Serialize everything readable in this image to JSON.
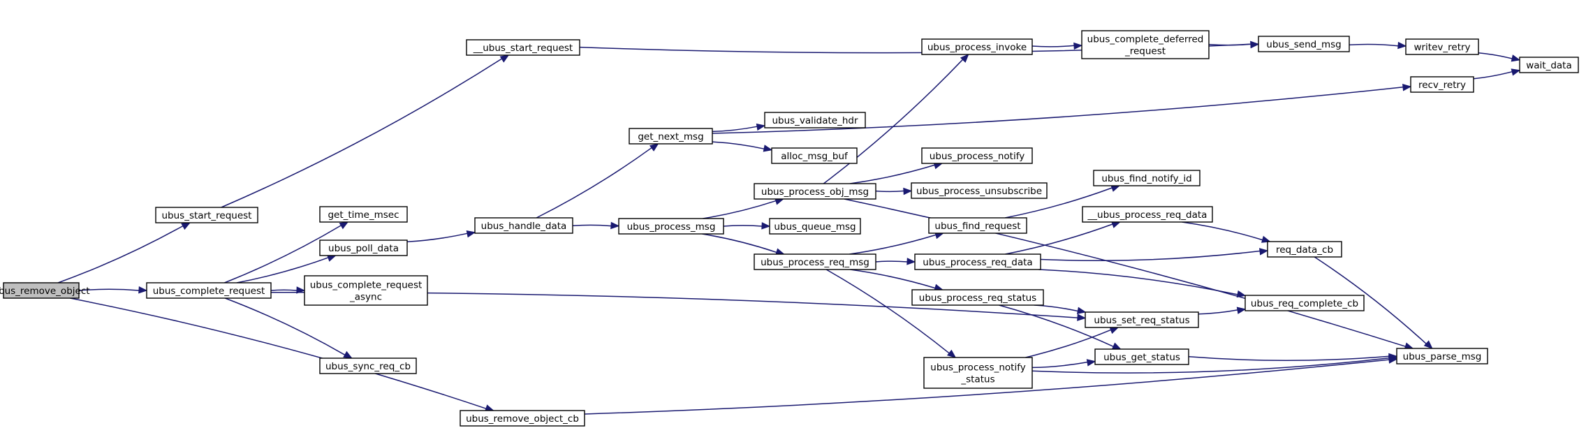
{
  "diagram": {
    "type": "call-graph",
    "root": "ubus_remove_object",
    "colors": {
      "edge": "#191970",
      "node_border": "#000000",
      "root_fill": "#bfbfbf",
      "node_fill": "#ffffff"
    },
    "nodes": [
      {
        "id": "ubus_remove_object",
        "lines": [
          "ubus_remove_object"
        ]
      },
      {
        "id": "ubus_start_request",
        "lines": [
          "ubus_start_request"
        ]
      },
      {
        "id": "__ubus_start_request",
        "lines": [
          "__ubus_start_request"
        ]
      },
      {
        "id": "ubus_complete_request",
        "lines": [
          "ubus_complete_request"
        ]
      },
      {
        "id": "get_time_msec",
        "lines": [
          "get_time_msec"
        ]
      },
      {
        "id": "ubus_poll_data",
        "lines": [
          "ubus_poll_data"
        ]
      },
      {
        "id": "ubus_complete_request_async",
        "lines": [
          "ubus_complete_request",
          "_async"
        ]
      },
      {
        "id": "ubus_sync_req_cb",
        "lines": [
          "ubus_sync_req_cb"
        ]
      },
      {
        "id": "ubus_remove_object_cb",
        "lines": [
          "ubus_remove_object_cb"
        ]
      },
      {
        "id": "ubus_handle_data",
        "lines": [
          "ubus_handle_data"
        ]
      },
      {
        "id": "get_next_msg",
        "lines": [
          "get_next_msg"
        ]
      },
      {
        "id": "ubus_process_msg",
        "lines": [
          "ubus_process_msg"
        ]
      },
      {
        "id": "ubus_validate_hdr",
        "lines": [
          "ubus_validate_hdr"
        ]
      },
      {
        "id": "alloc_msg_buf",
        "lines": [
          "alloc_msg_buf"
        ]
      },
      {
        "id": "ubus_process_obj_msg",
        "lines": [
          "ubus_process_obj_msg"
        ]
      },
      {
        "id": "ubus_queue_msg",
        "lines": [
          "ubus_queue_msg"
        ]
      },
      {
        "id": "ubus_process_req_msg",
        "lines": [
          "ubus_process_req_msg"
        ]
      },
      {
        "id": "ubus_process_invoke",
        "lines": [
          "ubus_process_invoke"
        ]
      },
      {
        "id": "ubus_process_notify",
        "lines": [
          "ubus_process_notify"
        ]
      },
      {
        "id": "ubus_process_unsubscribe",
        "lines": [
          "ubus_process_unsubscribe"
        ]
      },
      {
        "id": "ubus_find_request",
        "lines": [
          "ubus_find_request"
        ]
      },
      {
        "id": "ubus_process_req_data",
        "lines": [
          "ubus_process_req_data"
        ]
      },
      {
        "id": "ubus_process_req_status",
        "lines": [
          "ubus_process_req_status"
        ]
      },
      {
        "id": "ubus_process_notify_status",
        "lines": [
          "ubus_process_notify",
          "_status"
        ]
      },
      {
        "id": "ubus_complete_deferred_request",
        "lines": [
          "ubus_complete_deferred",
          "_request"
        ]
      },
      {
        "id": "ubus_find_notify_id",
        "lines": [
          "ubus_find_notify_id"
        ]
      },
      {
        "id": "__ubus_process_req_data",
        "lines": [
          "__ubus_process_req_data"
        ]
      },
      {
        "id": "ubus_set_req_status",
        "lines": [
          "ubus_set_req_status"
        ]
      },
      {
        "id": "ubus_get_status",
        "lines": [
          "ubus_get_status"
        ]
      },
      {
        "id": "ubus_send_msg",
        "lines": [
          "ubus_send_msg"
        ]
      },
      {
        "id": "req_data_cb",
        "lines": [
          "req_data_cb"
        ]
      },
      {
        "id": "ubus_req_complete_cb",
        "lines": [
          "ubus_req_complete_cb"
        ]
      },
      {
        "id": "writev_retry",
        "lines": [
          "writev_retry"
        ]
      },
      {
        "id": "recv_retry",
        "lines": [
          "recv_retry"
        ]
      },
      {
        "id": "ubus_parse_msg",
        "lines": [
          "ubus_parse_msg"
        ]
      },
      {
        "id": "wait_data",
        "lines": [
          "wait_data"
        ]
      }
    ],
    "edges": [
      [
        "ubus_remove_object",
        "ubus_start_request"
      ],
      [
        "ubus_remove_object",
        "ubus_complete_request"
      ],
      [
        "ubus_remove_object",
        "ubus_remove_object_cb"
      ],
      [
        "ubus_start_request",
        "__ubus_start_request"
      ],
      [
        "__ubus_start_request",
        "ubus_send_msg"
      ],
      [
        "ubus_complete_request",
        "get_time_msec"
      ],
      [
        "ubus_complete_request",
        "ubus_poll_data"
      ],
      [
        "ubus_complete_request",
        "ubus_complete_request_async"
      ],
      [
        "ubus_complete_request",
        "ubus_sync_req_cb"
      ],
      [
        "ubus_complete_request",
        "ubus_set_req_status"
      ],
      [
        "ubus_poll_data",
        "ubus_handle_data"
      ],
      [
        "ubus_handle_data",
        "get_next_msg"
      ],
      [
        "ubus_handle_data",
        "ubus_process_msg"
      ],
      [
        "get_next_msg",
        "ubus_validate_hdr"
      ],
      [
        "get_next_msg",
        "alloc_msg_buf"
      ],
      [
        "get_next_msg",
        "recv_retry"
      ],
      [
        "ubus_process_msg",
        "ubus_process_obj_msg"
      ],
      [
        "ubus_process_msg",
        "ubus_queue_msg"
      ],
      [
        "ubus_process_msg",
        "ubus_process_req_msg"
      ],
      [
        "ubus_process_obj_msg",
        "ubus_process_invoke"
      ],
      [
        "ubus_process_obj_msg",
        "ubus_process_notify"
      ],
      [
        "ubus_process_obj_msg",
        "ubus_process_unsubscribe"
      ],
      [
        "ubus_process_obj_msg",
        "ubus_parse_msg"
      ],
      [
        "ubus_process_invoke",
        "ubus_complete_deferred_request"
      ],
      [
        "ubus_complete_deferred_request",
        "ubus_send_msg"
      ],
      [
        "ubus_send_msg",
        "writev_retry"
      ],
      [
        "writev_retry",
        "wait_data"
      ],
      [
        "recv_retry",
        "wait_data"
      ],
      [
        "ubus_process_req_msg",
        "ubus_find_request"
      ],
      [
        "ubus_process_req_msg",
        "ubus_process_req_data"
      ],
      [
        "ubus_process_req_msg",
        "ubus_process_req_status"
      ],
      [
        "ubus_process_req_msg",
        "ubus_process_notify_status"
      ],
      [
        "ubus_find_request",
        "ubus_find_notify_id"
      ],
      [
        "ubus_process_req_data",
        "__ubus_process_req_data"
      ],
      [
        "ubus_process_req_data",
        "req_data_cb"
      ],
      [
        "ubus_process_req_data",
        "ubus_req_complete_cb"
      ],
      [
        "__ubus_process_req_data",
        "req_data_cb"
      ],
      [
        "req_data_cb",
        "ubus_parse_msg"
      ],
      [
        "ubus_process_req_status",
        "ubus_set_req_status"
      ],
      [
        "ubus_process_req_status",
        "ubus_get_status"
      ],
      [
        "ubus_process_notify_status",
        "ubus_set_req_status"
      ],
      [
        "ubus_process_notify_status",
        "ubus_get_status"
      ],
      [
        "ubus_process_notify_status",
        "ubus_parse_msg"
      ],
      [
        "ubus_set_req_status",
        "ubus_req_complete_cb"
      ],
      [
        "ubus_get_status",
        "ubus_parse_msg"
      ],
      [
        "ubus_remove_object_cb",
        "ubus_parse_msg"
      ]
    ]
  }
}
